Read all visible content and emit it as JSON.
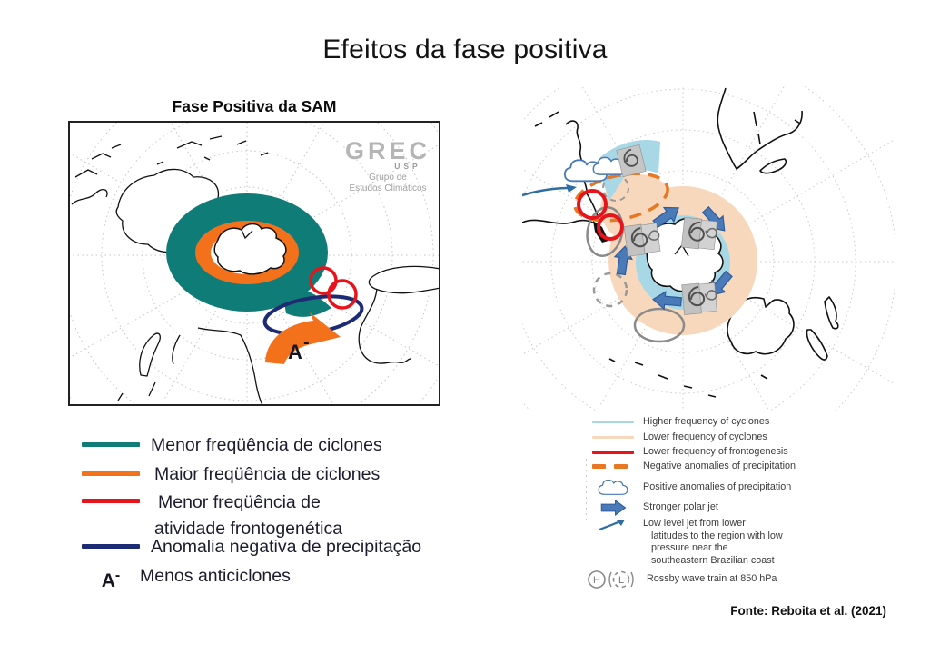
{
  "title": "Efeitos da fase positiva",
  "source": "Fonte: Reboita et al. (2021)",
  "colors": {
    "teal": "#107c78",
    "orange": "#f4711c",
    "red": "#e8141b",
    "navy": "#1c2b73",
    "light_blue": "#a8d8e6",
    "peach": "#f8d8bc",
    "jet_blue": "#4a7ab8",
    "dash_orange": "#e87722",
    "gray": "#8a8a8a"
  },
  "left": {
    "map_title": "Fase Positiva da SAM",
    "logo": {
      "grec": "GREC",
      "usp": "USP",
      "sub1": "Grupo de",
      "sub2": "Estudos Climáticos"
    },
    "map_label": {
      "symbol": "A",
      "sup": "-"
    },
    "legend": [
      {
        "color": "#107c78",
        "label": "Menor freqüência de ciclones"
      },
      {
        "color": "#f4711c",
        "label": "Maior freqüência de ciclones"
      },
      {
        "color": "#e8141b",
        "label1": "Menor freqüência de",
        "label2": "atividade frontogenética"
      },
      {
        "color": "#1c2b73",
        "label": "Anomalia negativa de precipitação"
      },
      {
        "symbol": "A",
        "sup": "-",
        "label": "Menos anticiclones"
      }
    ]
  },
  "right": {
    "legend": [
      {
        "color": "#a8d8e6",
        "label": "Higher frequency of cyclones"
      },
      {
        "color": "#f8d8bc",
        "label": "Lower frequency of cyclones"
      },
      {
        "color": "#e8141b",
        "label": "Lower frequency of frontogenesis"
      },
      {
        "color": "#e87722",
        "label": "Negative anomalies of precipitation"
      },
      {
        "icon": "cloud-icon",
        "label": "Positive anomalies of precipitation"
      },
      {
        "icon": "block-arrow-icon",
        "label": "Stronger polar jet"
      },
      {
        "icon": "curved-arrow-icon",
        "lines": [
          "Low level jet from lower",
          "latitudes to the region with low",
          "pressure near the",
          "southeastern Brazilian coast"
        ]
      },
      {
        "icon": "rossby-hl-icon",
        "h": "H",
        "l": "L",
        "label": "Rossby wave train at 850 hPa"
      }
    ]
  }
}
